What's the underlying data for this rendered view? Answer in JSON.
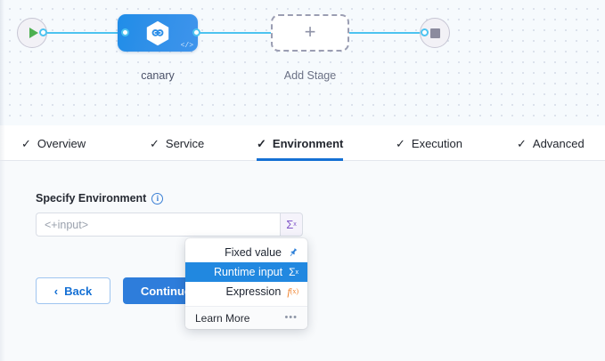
{
  "canvas": {
    "start_node": {
      "icon": "play-icon",
      "name": "pipeline-start"
    },
    "end_node": {
      "icon": "stop-square-icon",
      "name": "pipeline-end"
    },
    "stages": [
      {
        "label": "canary",
        "icon": "harness-hexagon-icon",
        "badge": "</>"
      },
      {
        "label": "Add Stage",
        "icon": "plus-icon"
      }
    ]
  },
  "tabs": [
    {
      "label": "Overview",
      "check": "✓",
      "active": false
    },
    {
      "label": "Service",
      "check": "✓",
      "active": false
    },
    {
      "label": "Environment",
      "check": "✓",
      "active": true
    },
    {
      "label": "Execution",
      "check": "✓",
      "active": false
    },
    {
      "label": "Advanced",
      "check": "✓",
      "active": false
    }
  ],
  "form": {
    "field_label": "Specify Environment",
    "info_glyph": "i",
    "input_value": "",
    "input_placeholder": "<+input>",
    "sigma_label": "Σ",
    "sigma_sup": "x",
    "back_label": "Back",
    "back_chevron": "‹",
    "continue_label": "Continue"
  },
  "dropdown": {
    "items": [
      {
        "label": "Fixed value",
        "icon": "pin-icon",
        "selected": false
      },
      {
        "label": "Runtime input",
        "icon": "sigma-icon",
        "selected": true
      },
      {
        "label": "Expression",
        "icon": "fx-icon",
        "selected": false
      }
    ],
    "footer_label": "Learn More",
    "footer_icon": "ellipsis-icon",
    "footer_dots": "•••",
    "pin_glyph": "📌",
    "sigma_glyph": "Σ",
    "sigma_sup": "x",
    "fx_glyph": "f",
    "fx_sub": "(x)"
  },
  "colors": {
    "accent_blue": "#2e7ddb",
    "tab_underline": "#1570d4",
    "connector": "#4dc3f0",
    "sigma_purple": "#8055c8",
    "expression_orange": "#f0802a",
    "start_green": "#4caf50",
    "canvas_bg": "#f6fafd",
    "form_bg": "#f8fafc"
  }
}
